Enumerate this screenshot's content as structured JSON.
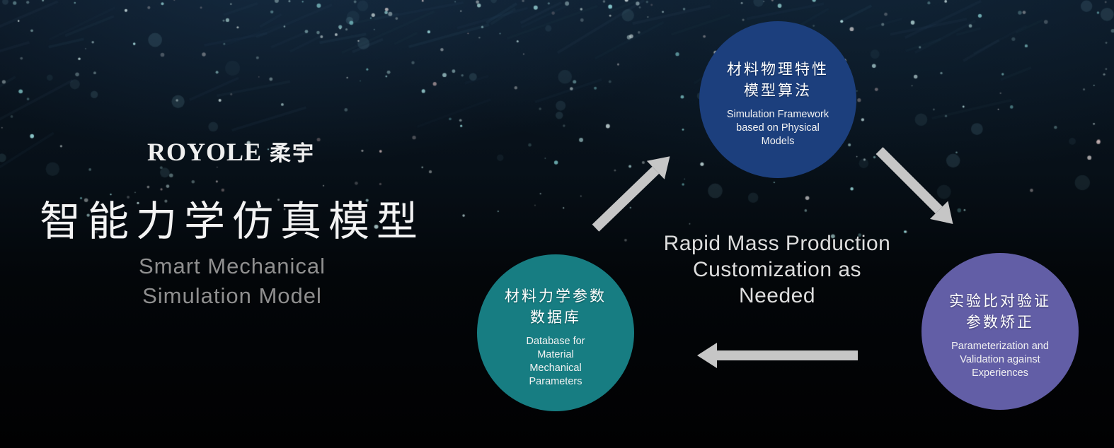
{
  "logo": {
    "brand": "ROYOLE",
    "brand_cjk": "柔宇"
  },
  "title": {
    "zh": "智能力学仿真模型",
    "en_lines": [
      "Smart Mechanical",
      "Simulation Model"
    ]
  },
  "center_label": {
    "lines": [
      "Rapid Mass Production",
      "Customization as",
      "Needed"
    ]
  },
  "nodes": [
    {
      "id": "simulation-framework",
      "color": "#1c3f7d",
      "zh_lines": [
        "材料物理特性",
        "模型算法"
      ],
      "en_lines": [
        "Simulation Framework",
        "based on Physical",
        "Models"
      ]
    },
    {
      "id": "material-database",
      "color": "#177d82",
      "zh_lines": [
        "材料力学参数",
        "数据库"
      ],
      "en_lines": [
        "Database for",
        "Material",
        "Mechanical",
        "Parameters"
      ]
    },
    {
      "id": "validation",
      "color": "#625ea6",
      "zh_lines": [
        "实验比对验证",
        "参数矫正"
      ],
      "en_lines": [
        "Parameterization and",
        "Validation against",
        "Experiences"
      ]
    }
  ],
  "arrows": {
    "color": "#c6c6c6"
  }
}
